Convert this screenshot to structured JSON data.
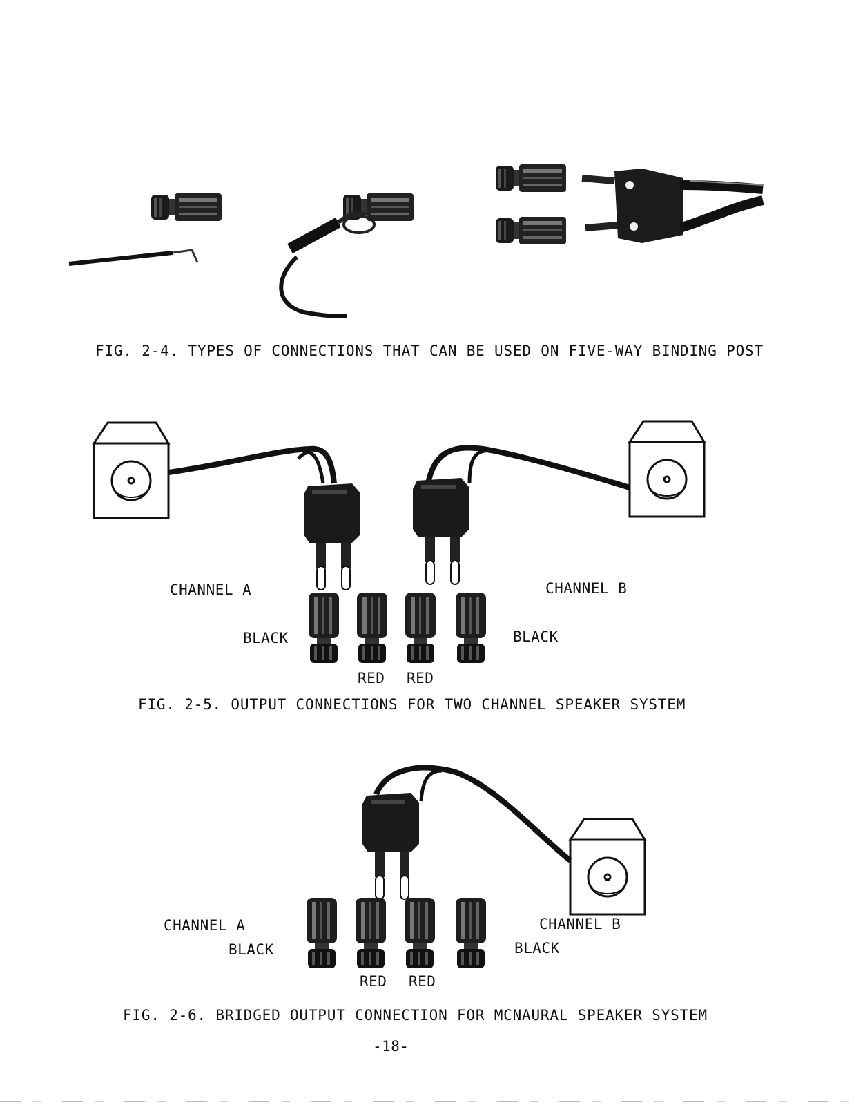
{
  "fig_2_4": {
    "caption": "FIG. 2-4.  TYPES OF CONNECTIONS THAT CAN BE USED ON FIVE-WAY BINDING POST"
  },
  "fig_2_5": {
    "channel_a": "CHANNEL A",
    "channel_b": "CHANNEL B",
    "black_left": "BLACK",
    "black_right": "BLACK",
    "red_left": "RED",
    "red_right": "RED",
    "caption": "FIG. 2-5.  OUTPUT CONNECTIONS FOR TWO CHANNEL SPEAKER SYSTEM"
  },
  "fig_2_6": {
    "channel_a": "CHANNEL A",
    "channel_b": "CHANNEL B",
    "black_left": "BLACK",
    "black_right": "BLACK",
    "red_left": "RED",
    "red_right": "RED",
    "caption": "FIG. 2-6.  BRIDGED OUTPUT CONNECTION FOR MCNAURAL SPEAKER SYSTEM"
  },
  "page_number": "-18-"
}
